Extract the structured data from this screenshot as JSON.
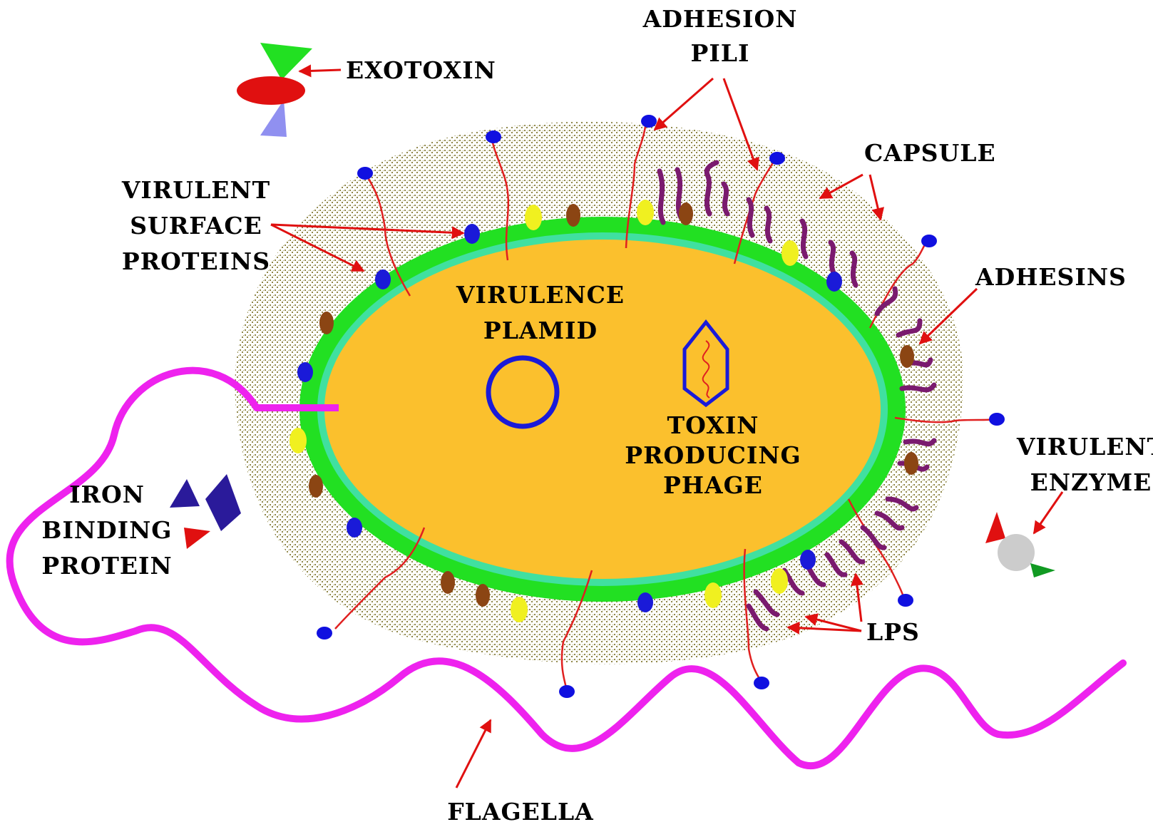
{
  "labels": {
    "exotoxin": "EXOTOXIN",
    "adhesion_pili": [
      "ADHESION",
      "PILI"
    ],
    "capsule": "CAPSULE",
    "virulent_surface_proteins": [
      "VIRULENT",
      "SURFACE",
      "PROTEINS"
    ],
    "adhesins": "ADHESINS",
    "virulence_plasmid": [
      "VIRULENCE",
      "PLAMID"
    ],
    "toxin_producing_phage": [
      "TOXIN",
      "PRODUCING",
      "PHAGE"
    ],
    "virulent_enzyme": [
      "VIRULENT",
      "ENZYME"
    ],
    "iron_binding_protein": [
      "IRON",
      "BINDING",
      "PROTEIN"
    ],
    "lps": "LPS",
    "flagella": "FLAGELLA"
  },
  "colors": {
    "cytoplasm": "#fbc02d",
    "cell_wall": "#22e022",
    "membrane": "#40e0a0",
    "capsule": "#8a8240",
    "flagella": "#ee22ee",
    "pili": "#e02020",
    "pili_tip": "#1010e0",
    "arrow": "#e01010",
    "lps": "#7a1a6e",
    "plasmid": "#1a1ad8",
    "adhesin_brown": "#8b4513",
    "yellow_protein": "#f0f020"
  }
}
